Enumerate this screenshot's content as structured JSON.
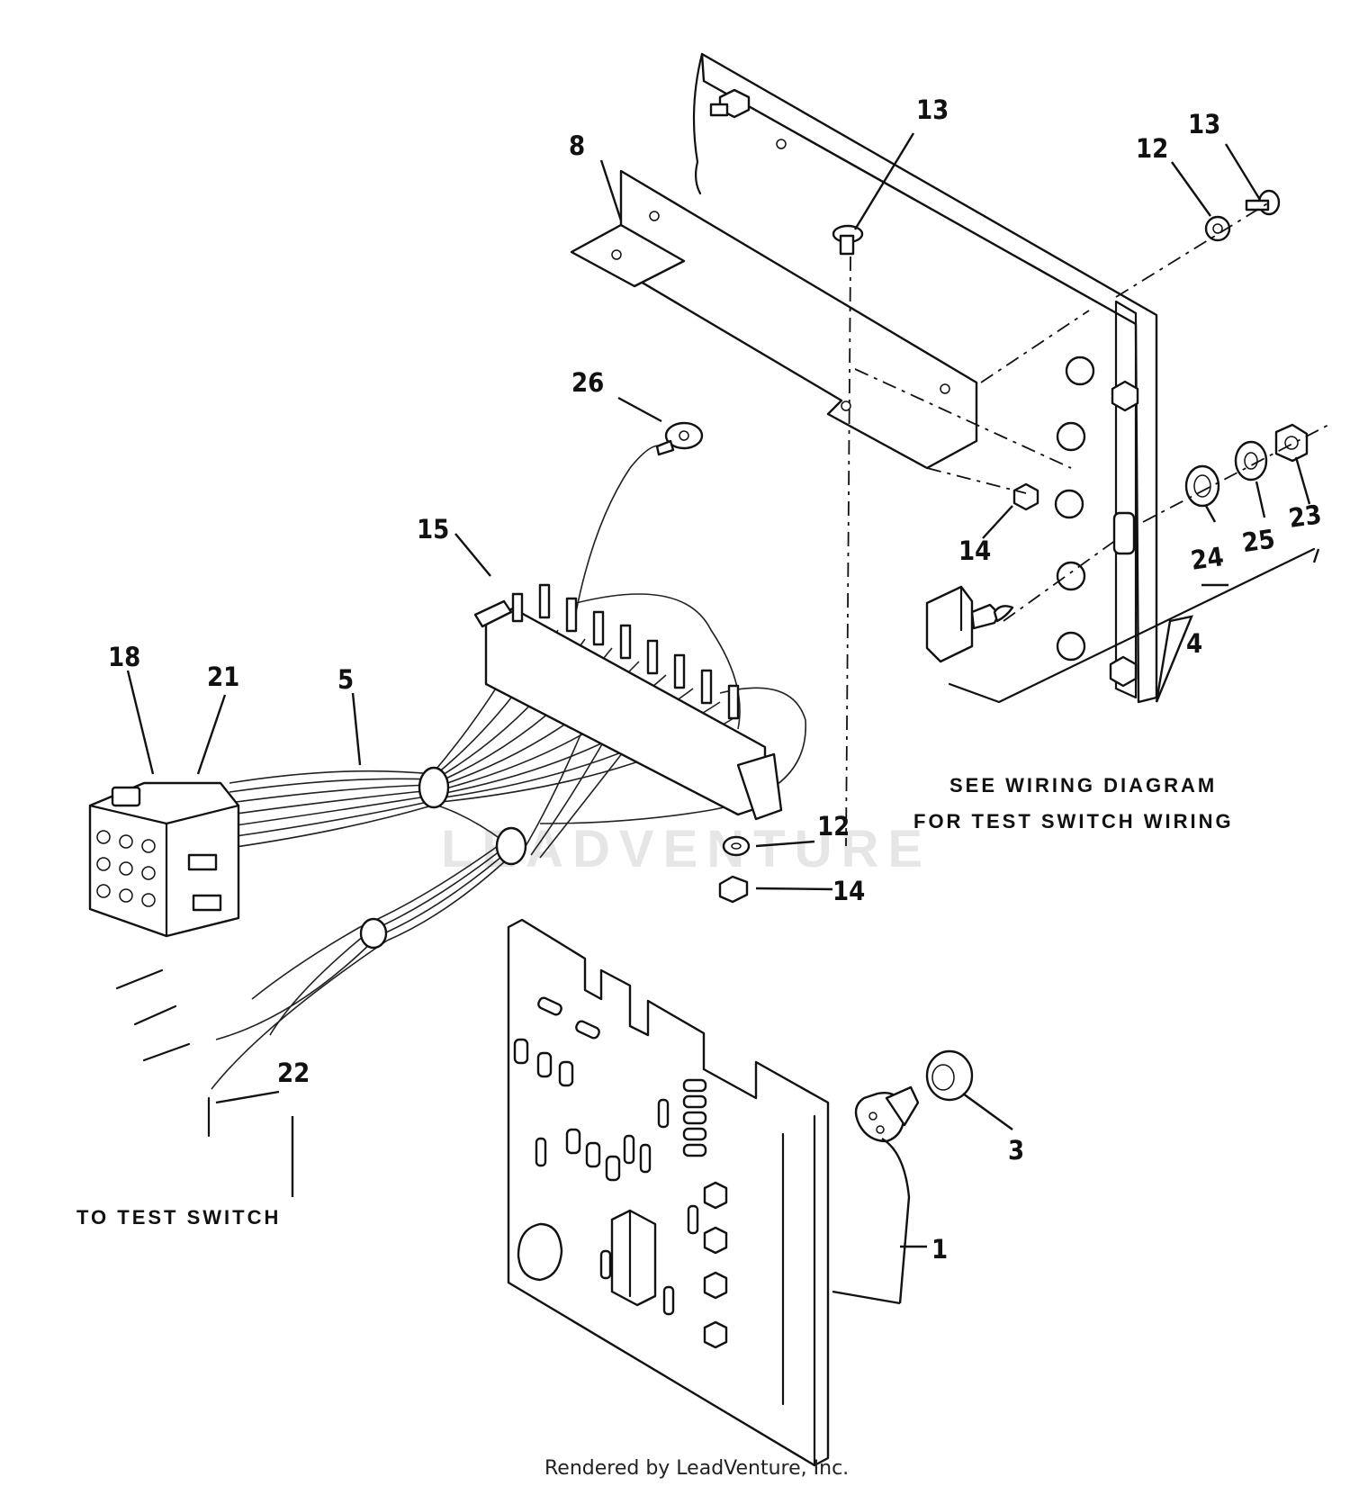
{
  "callouts": [
    {
      "id": "c-1",
      "text": "1"
    },
    {
      "id": "c-3",
      "text": "3"
    },
    {
      "id": "c-4",
      "text": "4"
    },
    {
      "id": "c-5",
      "text": "5"
    },
    {
      "id": "c-8",
      "text": "8"
    },
    {
      "id": "c-12a",
      "text": "12"
    },
    {
      "id": "c-12b",
      "text": "12"
    },
    {
      "id": "c-13a",
      "text": "13"
    },
    {
      "id": "c-13b",
      "text": "13"
    },
    {
      "id": "c-14a",
      "text": "14"
    },
    {
      "id": "c-14b",
      "text": "14"
    },
    {
      "id": "c-15",
      "text": "15"
    },
    {
      "id": "c-18",
      "text": "18"
    },
    {
      "id": "c-21",
      "text": "21"
    },
    {
      "id": "c-22",
      "text": "22"
    },
    {
      "id": "c-23",
      "text": "23"
    },
    {
      "id": "c-24",
      "text": "24"
    },
    {
      "id": "c-25",
      "text": "25"
    },
    {
      "id": "c-26",
      "text": "26"
    }
  ],
  "notes": {
    "wiring_line1": "SEE WIRING DIAGRAM",
    "wiring_line2": "FOR TEST SWITCH WIRING",
    "test_switch": "TO TEST SWITCH"
  },
  "watermark": "LEADVENTURE",
  "footer": "Rendered by LeadVenture, Inc."
}
